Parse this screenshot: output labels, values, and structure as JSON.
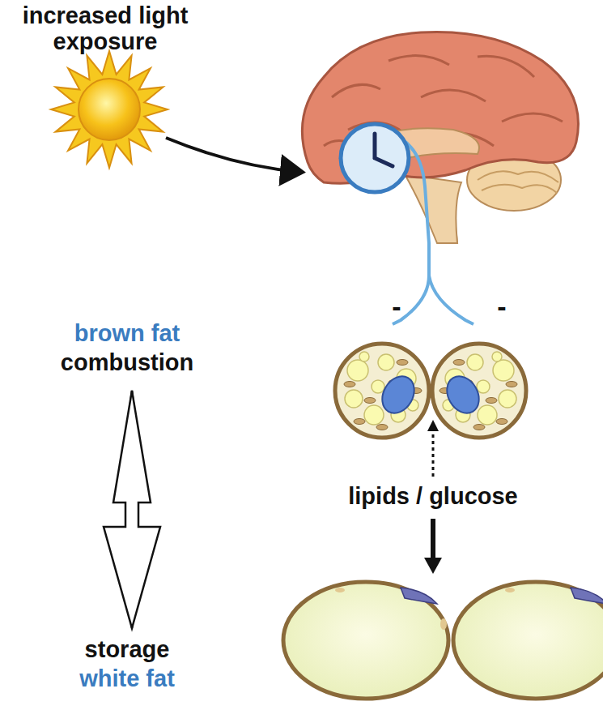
{
  "diagram": {
    "labels": [
      "increased light exposure",
      "brown fat",
      "combustion",
      "storage",
      "white fat",
      "lipids / glucose",
      "-",
      "-"
    ]
  }
}
